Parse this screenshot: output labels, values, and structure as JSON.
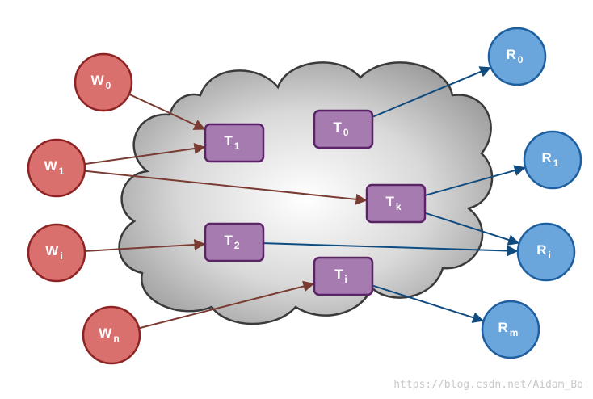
{
  "colors": {
    "writer_fill": "#d9706e",
    "writer_stroke": "#8e2323",
    "reader_fill": "#6aa6db",
    "reader_stroke": "#1d5fa0",
    "task_fill": "#a57bb0",
    "task_stroke": "#5a2466",
    "writer_edge": "#7a3b32",
    "reader_edge": "#104b80",
    "cloud_stroke": "#3a3a3a"
  },
  "writers": [
    {
      "id": "w0",
      "base": "W",
      "sub": "0"
    },
    {
      "id": "w1",
      "base": "W",
      "sub": "1"
    },
    {
      "id": "wi",
      "base": "W",
      "sub": "i"
    },
    {
      "id": "wn",
      "base": "W",
      "sub": "n"
    }
  ],
  "tasks": [
    {
      "id": "t1",
      "base": "T",
      "sub": "1"
    },
    {
      "id": "t0",
      "base": "T",
      "sub": "0"
    },
    {
      "id": "tk",
      "base": "T",
      "sub": "k"
    },
    {
      "id": "t2",
      "base": "T",
      "sub": "2"
    },
    {
      "id": "ti",
      "base": "T",
      "sub": "i"
    }
  ],
  "readers": [
    {
      "id": "r0",
      "base": "R",
      "sub": "0"
    },
    {
      "id": "r1",
      "base": "R",
      "sub": "1"
    },
    {
      "id": "ri",
      "base": "R",
      "sub": "i"
    },
    {
      "id": "rm",
      "base": "R",
      "sub": "m"
    }
  ],
  "edges": [
    {
      "from": "w0",
      "to": "t1"
    },
    {
      "from": "w1",
      "to": "t1"
    },
    {
      "from": "w1",
      "to": "tk"
    },
    {
      "from": "wi",
      "to": "t2"
    },
    {
      "from": "wn",
      "to": "ti"
    },
    {
      "from": "t0",
      "to": "r0"
    },
    {
      "from": "tk",
      "to": "r1"
    },
    {
      "from": "tk",
      "to": "ri"
    },
    {
      "from": "t2",
      "to": "ri"
    },
    {
      "from": "ti",
      "to": "rm"
    }
  ],
  "watermark": "https://blog.csdn.net/Aidam_Bo"
}
